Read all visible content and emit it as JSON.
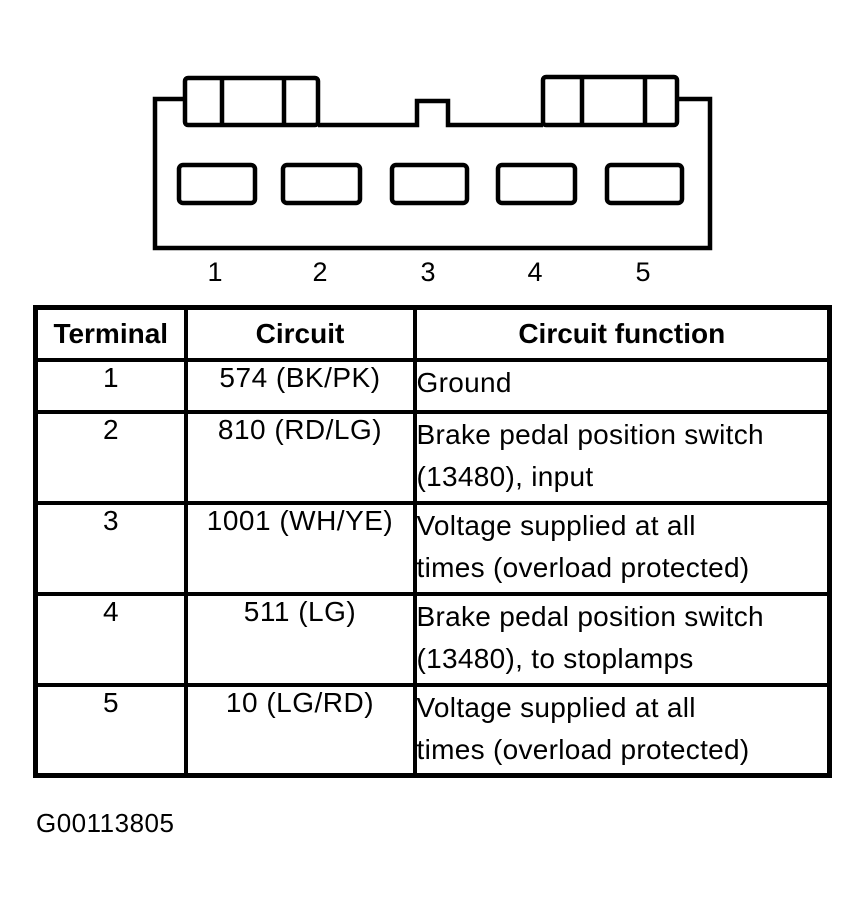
{
  "figure": {
    "id": "G00113805"
  },
  "connector": {
    "description": "5-terminal brake pedal position switch connector face view",
    "pin_labels": [
      "1",
      "2",
      "3",
      "4",
      "5"
    ]
  },
  "table": {
    "headers": {
      "terminal": "Terminal",
      "circuit": "Circuit",
      "function": "Circuit function"
    },
    "rows": [
      {
        "terminal": "1",
        "circuit": "574 (BK/PK)",
        "function": "Ground"
      },
      {
        "terminal": "2",
        "circuit": "810 (RD/LG)",
        "function": "Brake pedal position switch\n(13480), input"
      },
      {
        "terminal": "3",
        "circuit": "1001 (WH/YE)",
        "function": "Voltage supplied at all\ntimes (overload protected)"
      },
      {
        "terminal": "4",
        "circuit": "511 (LG)",
        "function": "Brake pedal position switch\n(13480), to stoplamps"
      },
      {
        "terminal": "5",
        "circuit": "10 (LG/RD)",
        "function": "Voltage supplied at all\ntimes (overload protected)"
      }
    ]
  },
  "colors": {
    "ink": "#000000",
    "paper": "#ffffff"
  }
}
